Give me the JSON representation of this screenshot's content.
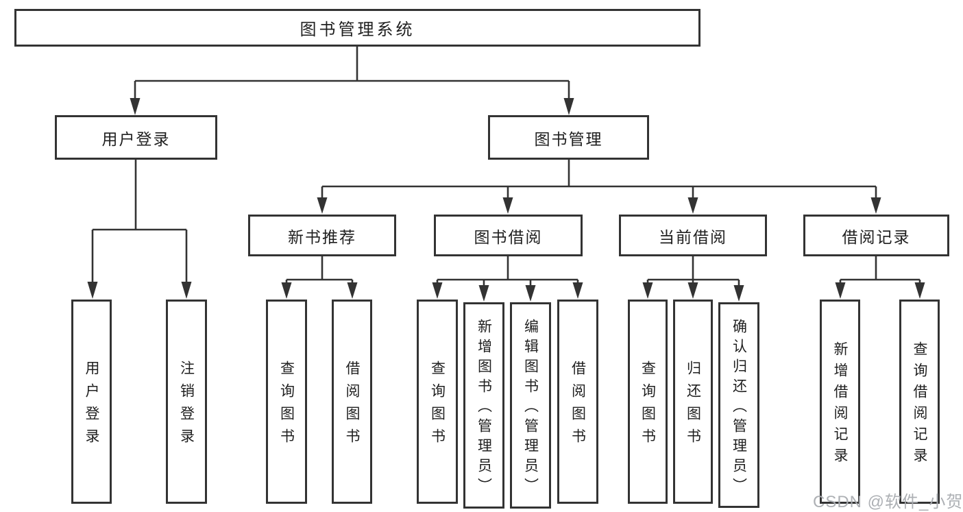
{
  "diagram_type": "tree-hierarchy",
  "colors": {
    "line": "#333333",
    "box_border": "#333333",
    "box_fill": "#ffffff",
    "text": "#1f1f1f",
    "watermark": "#a9acb1",
    "background": "#ffffff"
  },
  "watermark": "CSDN @软件_小贺同学",
  "hierarchy": {
    "label": "图书管理系统",
    "children": [
      {
        "label": "用户登录",
        "children": [
          {
            "label": "用户登录"
          },
          {
            "label": "注销登录"
          }
        ]
      },
      {
        "label": "图书管理",
        "children": [
          {
            "label": "新书推荐",
            "children": [
              {
                "label": "查询图书"
              },
              {
                "label": "借阅图书"
              }
            ]
          },
          {
            "label": "图书借阅",
            "children": [
              {
                "label": "查询图书"
              },
              {
                "label": "新增图书（管理员）"
              },
              {
                "label": "编辑图书（管理员）"
              },
              {
                "label": "借阅图书"
              }
            ]
          },
          {
            "label": "当前借阅",
            "children": [
              {
                "label": "查询图书"
              },
              {
                "label": "归还图书"
              },
              {
                "label": "确认归还（管理员）"
              }
            ]
          },
          {
            "label": "借阅记录",
            "children": [
              {
                "label": "新增借阅记录"
              },
              {
                "label": "查询借阅记录"
              }
            ]
          }
        ]
      }
    ]
  }
}
